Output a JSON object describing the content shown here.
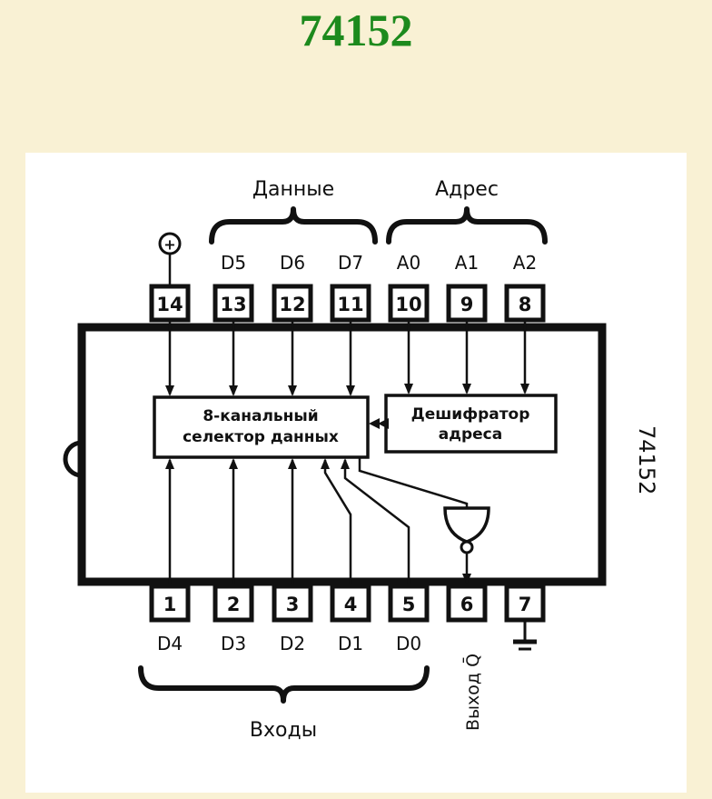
{
  "page": {
    "title": "74152",
    "title_color": "#1d8a1d",
    "background_color": "#f9f1d4"
  },
  "diagram": {
    "chip_side_label": "74152",
    "data_group_label": "Данные",
    "address_group_label": "Адрес",
    "inputs_group_label": "Входы",
    "selector_block": {
      "line1": "8-канальный",
      "line2": "селектор данных"
    },
    "decoder_block": {
      "line1": "Дешифратор",
      "line2": "адреса"
    },
    "top_pins": [
      {
        "number": "14",
        "label": "+"
      },
      {
        "number": "13",
        "label": "D5"
      },
      {
        "number": "12",
        "label": "D6"
      },
      {
        "number": "11",
        "label": "D7"
      },
      {
        "number": "10",
        "label": "A0"
      },
      {
        "number": "9",
        "label": "A1"
      },
      {
        "number": "8",
        "label": "A2"
      }
    ],
    "bottom_pins": [
      {
        "number": "1",
        "label": "D4"
      },
      {
        "number": "2",
        "label": "D3"
      },
      {
        "number": "3",
        "label": "D2"
      },
      {
        "number": "4",
        "label": "D1"
      },
      {
        "number": "5",
        "label": "D0"
      },
      {
        "number": "6",
        "label": "Выход Q̄"
      },
      {
        "number": "7",
        "label": ""
      }
    ]
  }
}
